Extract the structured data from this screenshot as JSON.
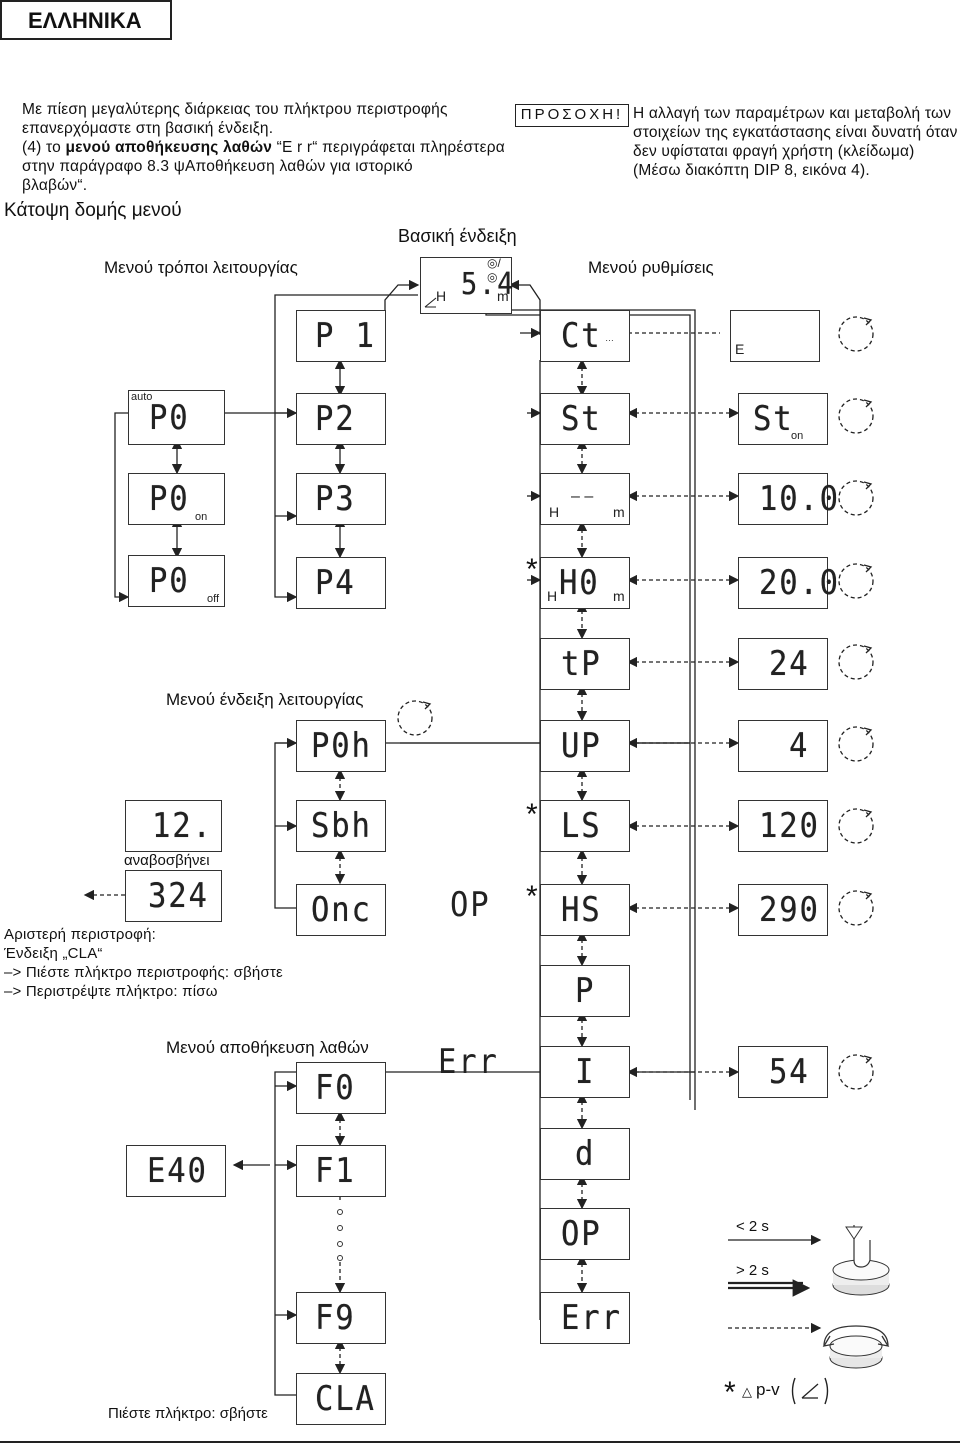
{
  "header": {
    "language_tab": "ΕΛΛΗΝΙΚΑ"
  },
  "intro": {
    "line1": "Με πίεση μεγαλύτερης διάρκειας του πλήκτρου περιστροφής",
    "line2": "επανερχόμαστε στη βασική ένδειξη.",
    "line3_prefix": "(4) το ",
    "line3_bold": "μενού αποθήκευσης λαθών",
    "line3_suffix": " “E r r“ περιγράφεται πληρέστερα",
    "line4": "στην παράγραφο 8.3 ψΑποθήκευση λαθών για ιστορικό",
    "line5": "βλαβών“."
  },
  "warning": {
    "title": "ΠΡΟΣΟΧΗ!",
    "line1": "Η αλλαγή των παραμέτρων και μεταβολή των",
    "line2": "στοιχείων της εγκατάστασης είναι δυνατή όταν",
    "line3": "δεν υφίσταται φραγή χρήστη (κλείδωμα)",
    "line4": "(Μέσω διακόπτη DIP 8, εικόνα 4)."
  },
  "diagram": {
    "title": "Κάτοψη δομής μενού",
    "basic_display": "Βασική ένδειξη",
    "menu_modes": "Μενού τρόποι λειτουργίας",
    "menu_settings": "Μενού ρυθμίσεις",
    "menu_operation_display": "Μενού ένδειξη λειτουργίας",
    "menu_error_storage": "Μενού αποθήκευση λαθών",
    "flashing": "αναβοσβήνει",
    "left_rotation_title": "Αριστερή περιστροφή:",
    "left_rotation_l2": "Ένδειξη „CLA“",
    "left_rotation_l3": "–> Πιέστε πλήκτρο περιστροφής: σβήστε",
    "left_rotation_l4": "–> Περιστρέψτε πλήκτρο: πίσω",
    "press_clear": "Πιέστε πλήκτρο: σβήστε",
    "legend_short": "< 2 s",
    "legend_long": "> 2 s",
    "legend_star": "*",
    "legend_pv": "p-v"
  },
  "displays": {
    "basic_value": "5.4",
    "basic_unit": "m",
    "basic_h": "H",
    "p1": "P 1",
    "p2": "P2",
    "p3": "P3",
    "p4": "P4",
    "p0_auto": "P0",
    "auto": "auto",
    "p0_on": "P0",
    "on": "on",
    "p0_off": "P0",
    "off": "off",
    "ct": "Ct",
    "ct_side": "E",
    "st": "St",
    "st_val": "St",
    "st_on": "on",
    "h_dash": "– –",
    "h_h": "H",
    "h_m": "m",
    "h_val": "10.0",
    "h0": "H0",
    "h0_h": "H",
    "h0_m": "m",
    "h0_val": "20.0",
    "tp": "tP",
    "tp_val": "24",
    "up": "UP",
    "up_val": "4",
    "p0h": "P0h",
    "sbh": "Sbh",
    "onc": "Onc",
    "op_free": "OP",
    "ls": "LS",
    "ls_val": "120",
    "hs": "HS",
    "hs_val": "290",
    "p": "P",
    "i": "I",
    "i_val": "54",
    "d": "d",
    "op": "OP",
    "err": "Err",
    "err_free": "Err",
    "val12": "12.",
    "val324": "324",
    "f0": "F0",
    "f1": "F1",
    "e40": "E40",
    "f9": "F9",
    "cla": "CLA",
    "dots": "…"
  }
}
